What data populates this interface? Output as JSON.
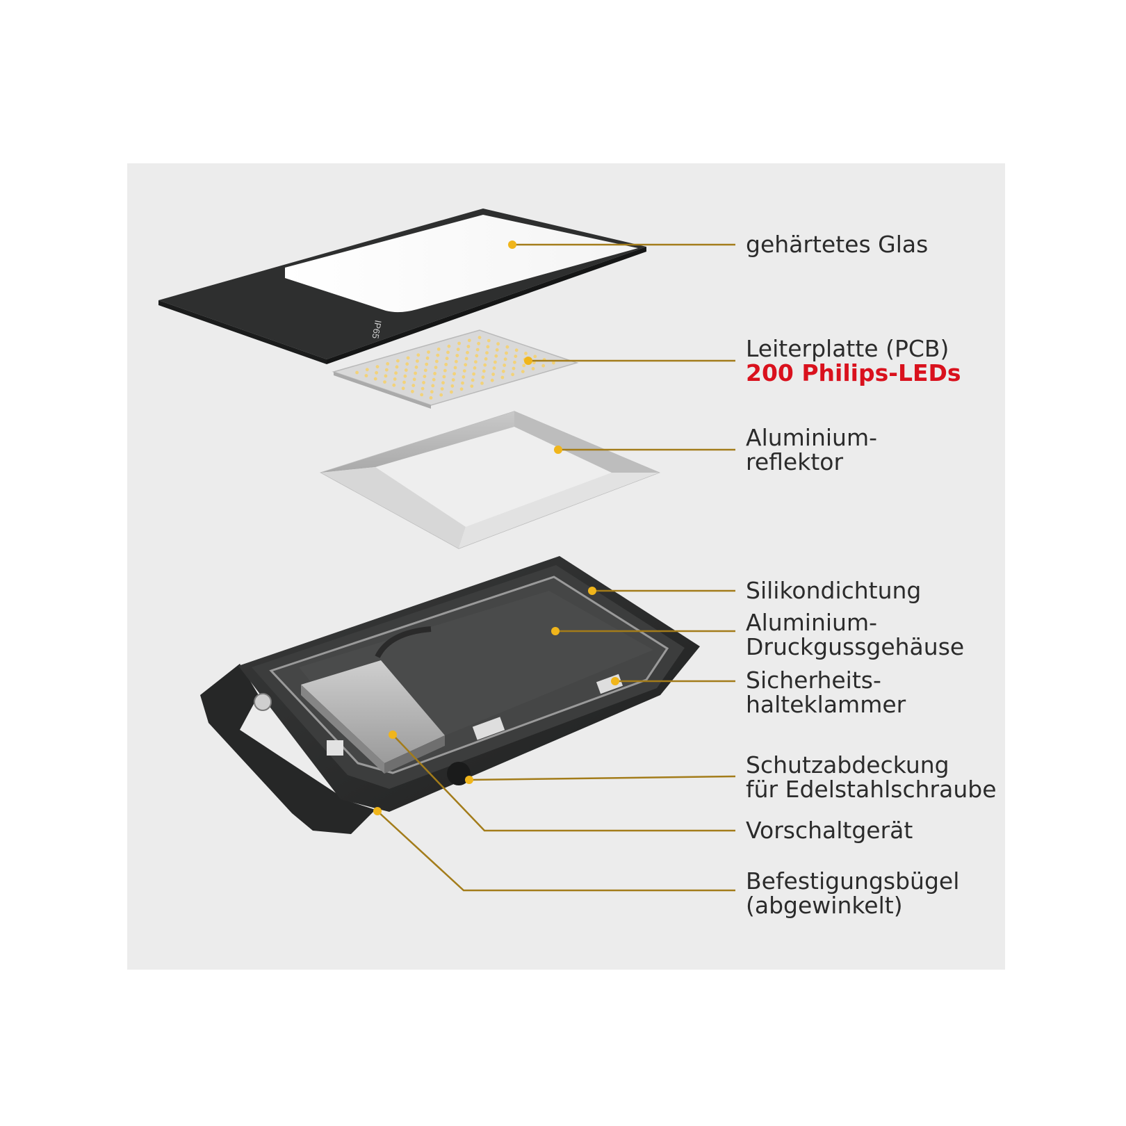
{
  "product": {
    "glass_marking": "IP65"
  },
  "colors": {
    "panel_background": "#ececec",
    "leader_line": "#a37c1a",
    "callout_dot": "#f0b51b",
    "housing": "#2f3030",
    "accent_text": "#d9111d"
  },
  "labels": {
    "glass": "gehärtetes Glas",
    "pcb_line1": "Leiterplatte (PCB)",
    "pcb_line2": "200 Philips-LEDs",
    "reflector_line1": "Aluminium-",
    "reflector_line2": "reflektor",
    "seal": "Silikondichtung",
    "housing_line1": "Aluminium-",
    "housing_line2": "Druckgussgehäuse",
    "clamp_line1": "Sicherheits-",
    "clamp_line2": "halteklammer",
    "cover_line1": "Schutzabdeckung",
    "cover_line2": "für Edelstahlschraube",
    "ballast": "Vorschaltgerät",
    "bracket_line1": "Befestigungsbügel",
    "bracket_line2": "(abgewinkelt)"
  }
}
